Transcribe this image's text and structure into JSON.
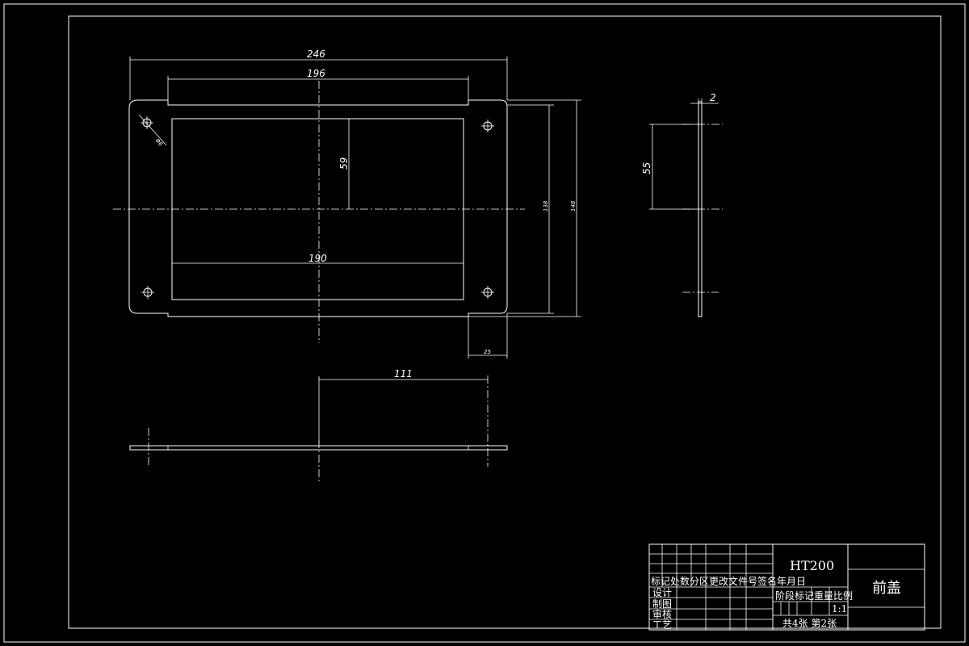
{
  "dimensions": {
    "overall_width": "246",
    "upper_width": "196",
    "window_width": "190",
    "window_half_height": "59",
    "hole_diameter": "Φ6",
    "height_outer": "148",
    "height_inner": "138",
    "tab_width": "25",
    "side_half_height": "55",
    "thickness": "2",
    "bottom_width": "111"
  },
  "title_block": {
    "material": "HT200",
    "part_name": "前盖",
    "header_row": "标记处数分区更改文件号签名年月日",
    "row_design": "设计",
    "row_drawing": "制图",
    "row_review": "审核",
    "row_process": "工艺",
    "stage_row": "阶段标记重量比例",
    "scale": "1:1",
    "sheets": "共4张  第2张"
  }
}
